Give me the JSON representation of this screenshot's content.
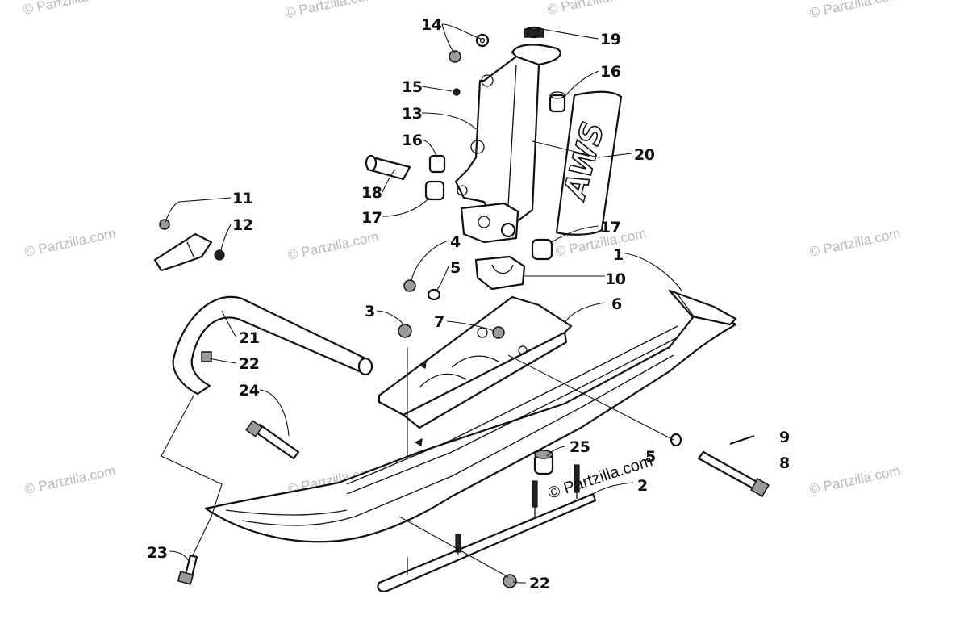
{
  "diagram": {
    "callouts": [
      {
        "id": "c1",
        "text": "1"
      },
      {
        "id": "c2",
        "text": "2"
      },
      {
        "id": "c3",
        "text": "3"
      },
      {
        "id": "c4",
        "text": "4"
      },
      {
        "id": "c5a",
        "text": "5"
      },
      {
        "id": "c5b",
        "text": "5"
      },
      {
        "id": "c6",
        "text": "6"
      },
      {
        "id": "c7",
        "text": "7"
      },
      {
        "id": "c8",
        "text": "8"
      },
      {
        "id": "c9",
        "text": "9"
      },
      {
        "id": "c10",
        "text": "10"
      },
      {
        "id": "c11",
        "text": "11"
      },
      {
        "id": "c12",
        "text": "12"
      },
      {
        "id": "c13",
        "text": "13"
      },
      {
        "id": "c14",
        "text": "14"
      },
      {
        "id": "c15",
        "text": "15"
      },
      {
        "id": "c16a",
        "text": "16"
      },
      {
        "id": "c16b",
        "text": "16"
      },
      {
        "id": "c17a",
        "text": "17"
      },
      {
        "id": "c17b",
        "text": "17"
      },
      {
        "id": "c18",
        "text": "18"
      },
      {
        "id": "c19",
        "text": "19"
      },
      {
        "id": "c20",
        "text": "20"
      },
      {
        "id": "c21",
        "text": "21"
      },
      {
        "id": "c22a",
        "text": "22"
      },
      {
        "id": "c22b",
        "text": "22"
      },
      {
        "id": "c23",
        "text": "23"
      },
      {
        "id": "c24",
        "text": "24"
      },
      {
        "id": "c25",
        "text": "25"
      }
    ],
    "decal_text": "AWS",
    "watermark_main": "© Partzilla.com",
    "watermark_faint": "© Partzilla.com"
  }
}
